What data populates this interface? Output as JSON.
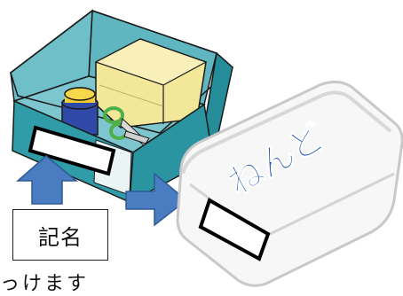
{
  "label": "記名",
  "clay_text": "ねんど",
  "bottom_text": "っけます",
  "colors": {
    "drawer_teal": "#2f9ca8",
    "drawer_dark": "#1c6c78",
    "drawer_inner": "#7ec6cf",
    "arrow_blue": "#4a7cc1",
    "clay_box_white": "#f7f7f7",
    "clay_text_blue": "#2d5fb3",
    "yellow_case": "#f3e79a",
    "scissors_green": "#4fb04a",
    "glue_blue": "#2e49a8",
    "glue_yellow": "#f2cc2a"
  }
}
